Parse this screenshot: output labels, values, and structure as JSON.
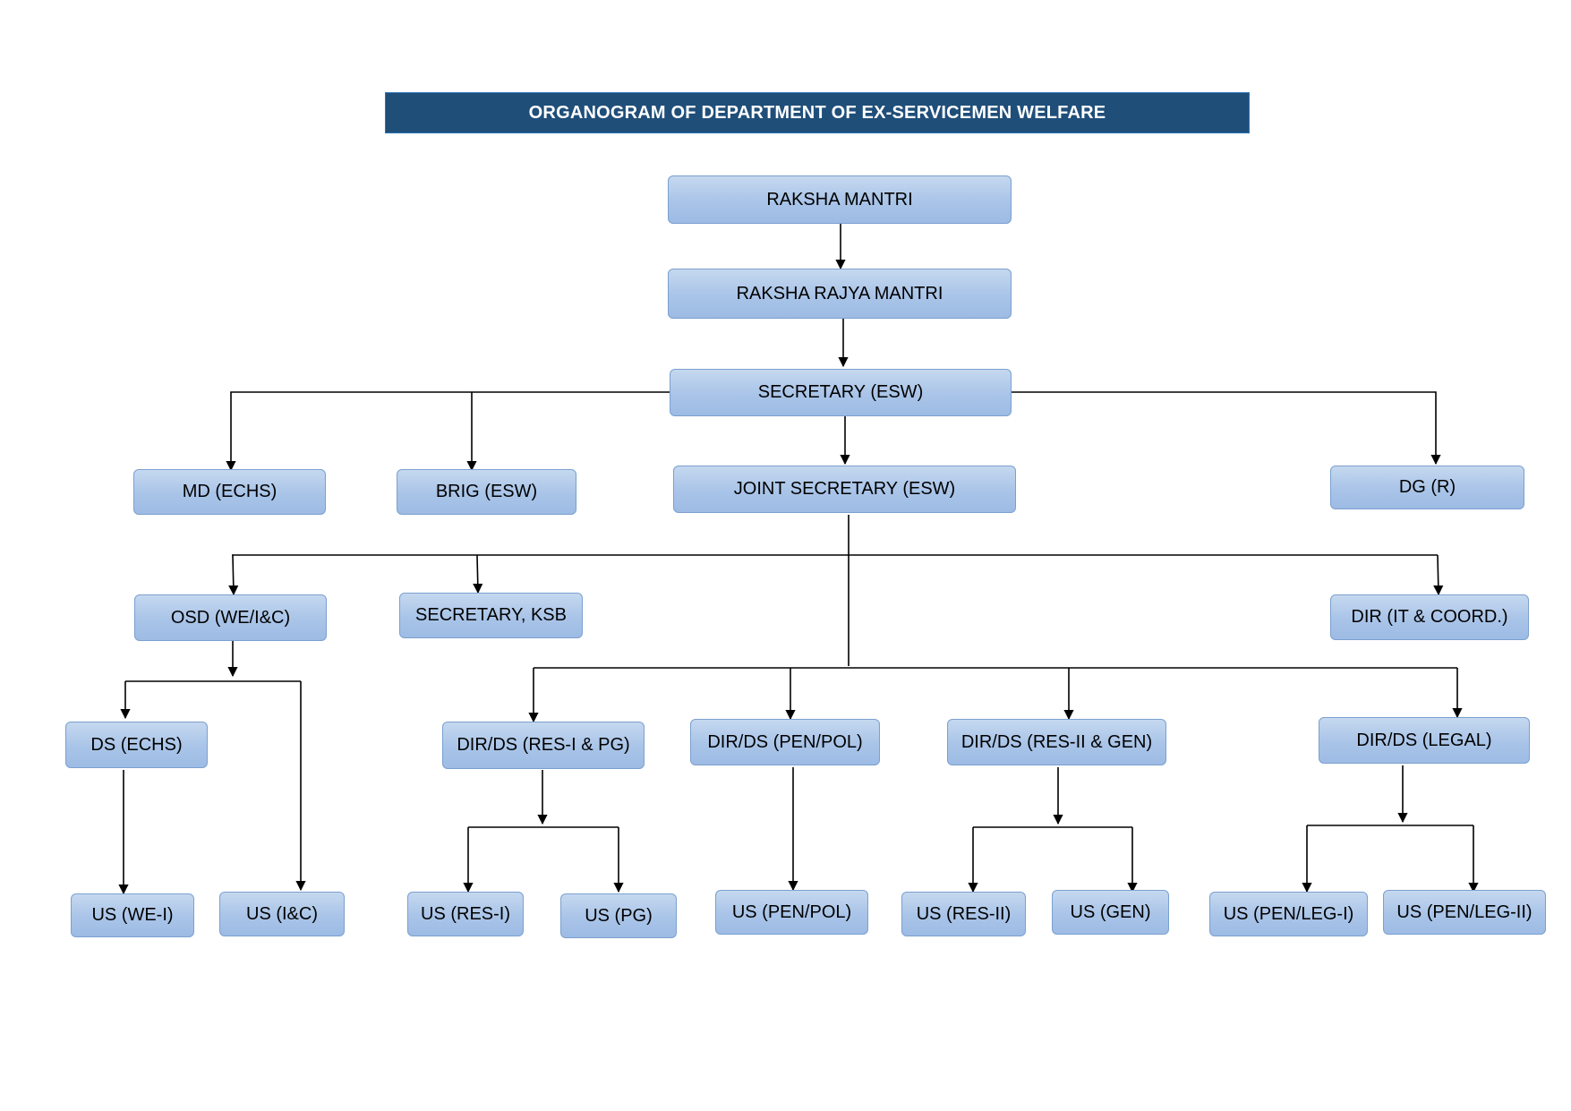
{
  "title": "ORGANOGRAM OF DEPARTMENT OF EX-SERVICEMEN WELFARE",
  "colors": {
    "title_bg": "#1f4e79",
    "node_fill": "#a9c4e8",
    "node_border": "#7ba0cf",
    "connector": "#000000"
  },
  "nodes": {
    "rm": "RAKSHA MANTRI",
    "rrm": "RAKSHA RAJYA MANTRI",
    "sec": "SECRETARY (ESW)",
    "md": "MD (ECHS)",
    "brig": "BRIG (ESW)",
    "js": "JOINT SECRETARY (ESW)",
    "dg": "DG (R)",
    "osd": "OSD (WE/I&C)",
    "ksb": "SECRETARY, KSB",
    "dirit": "DIR (IT & COORD.)",
    "dsechs": "DS (ECHS)",
    "dres1": "DIR/DS (RES-I & PG)",
    "dpen": "DIR/DS (PEN/POL)",
    "dres2": "DIR/DS (RES-II & GEN)",
    "dlegal": "DIR/DS (LEGAL)",
    "uswe": "US (WE-I)",
    "usic": "US (I&C)",
    "usres1": "US (RES-I)",
    "uspg": "US (PG)",
    "uspen": "US (PEN/POL)",
    "usres2": "US (RES-II)",
    "usgen": "US (GEN)",
    "usleg1": "US (PEN/LEG-I)",
    "usleg2": "US (PEN/LEG-II)"
  }
}
